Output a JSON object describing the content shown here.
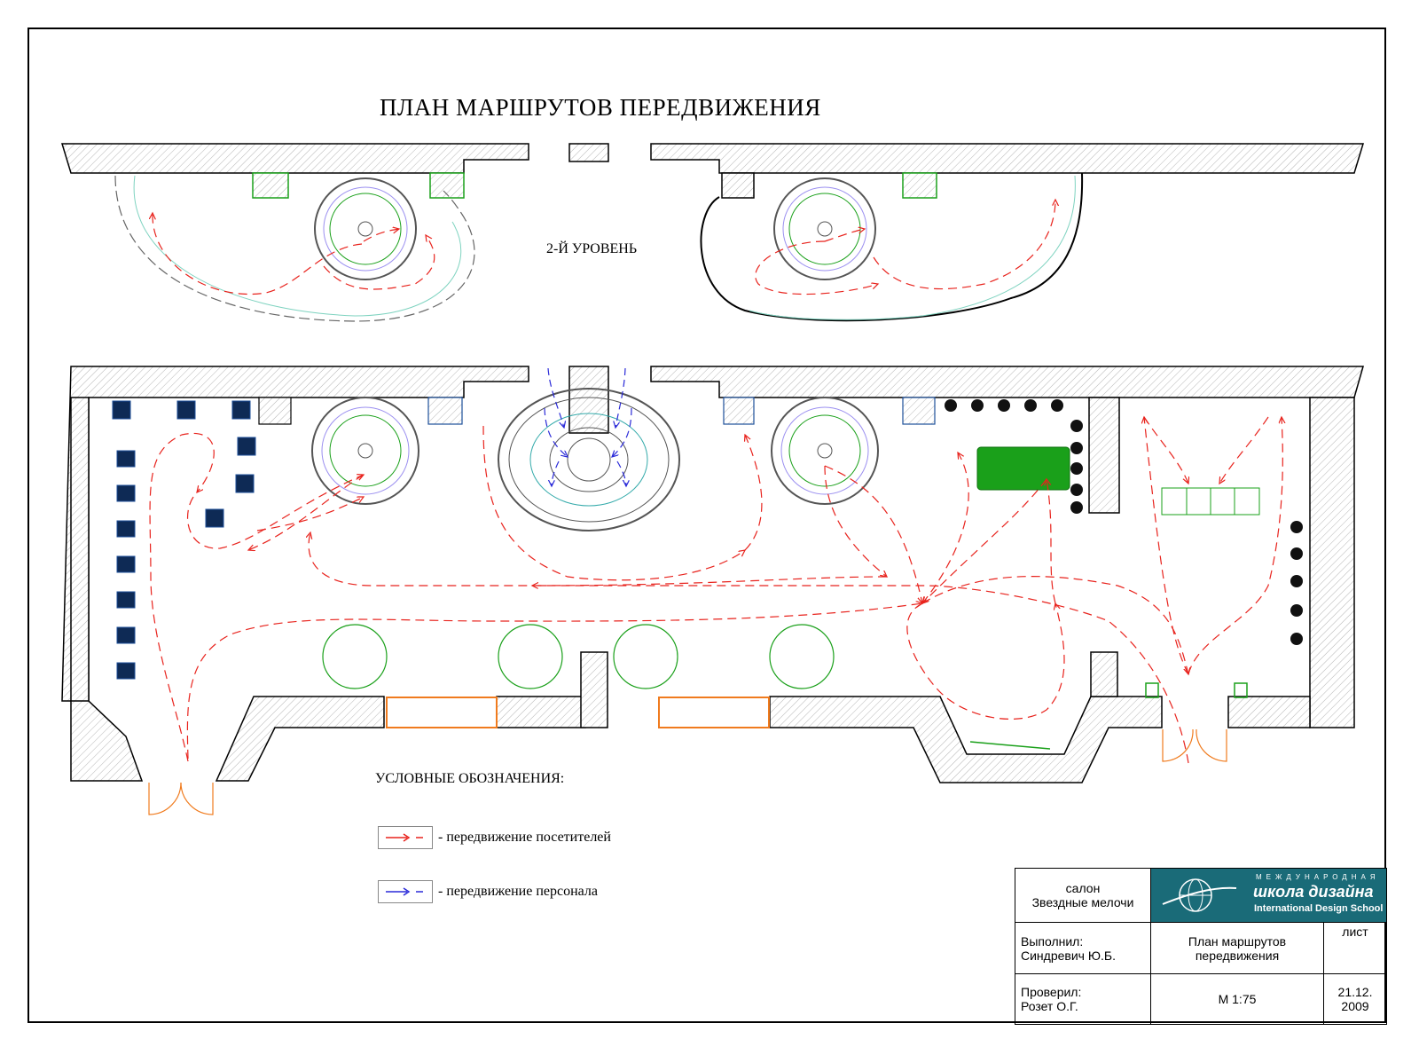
{
  "title": "ПЛАН МАРШРУТОВ ПЕРЕДВИЖЕНИЯ",
  "level_label": "2-Й УРОВЕНЬ",
  "legend": {
    "title": "УСЛОВНЫЕ ОБОЗНАЧЕНИЯ:",
    "items": [
      {
        "label": "- передвижение посетителей",
        "color": "#e8231d"
      },
      {
        "label": "- передвижение персонала",
        "color": "#2a2ad8"
      }
    ]
  },
  "stamp": {
    "salon_line1": "салон",
    "salon_line2": "Звездные мелочи",
    "logo_top": "МЕЖДУНАРОДНАЯ",
    "logo_main": "школа дизайна",
    "logo_eng": "International Design School",
    "made_label": "Выполнил:",
    "made_name": "Синдревич Ю.Б.",
    "sheet_title_1": "План маршрутов",
    "sheet_title_2": "передвижения",
    "sheet_label": "лист",
    "checked_label": "Проверил:",
    "checked_name": "Розет О.Г.",
    "scale": "М 1:75",
    "date_1": "21.12.",
    "date_2": "2009"
  },
  "colors": {
    "visitor_route": "#e8231d",
    "staff_route": "#2a2ad8",
    "wall_hatch": "#9a9a9a",
    "furniture_green": "#1aa01a",
    "door_orange": "#f07b1e",
    "display_blue": "#1d4f9a",
    "logo_bg": "#1a6b78"
  }
}
